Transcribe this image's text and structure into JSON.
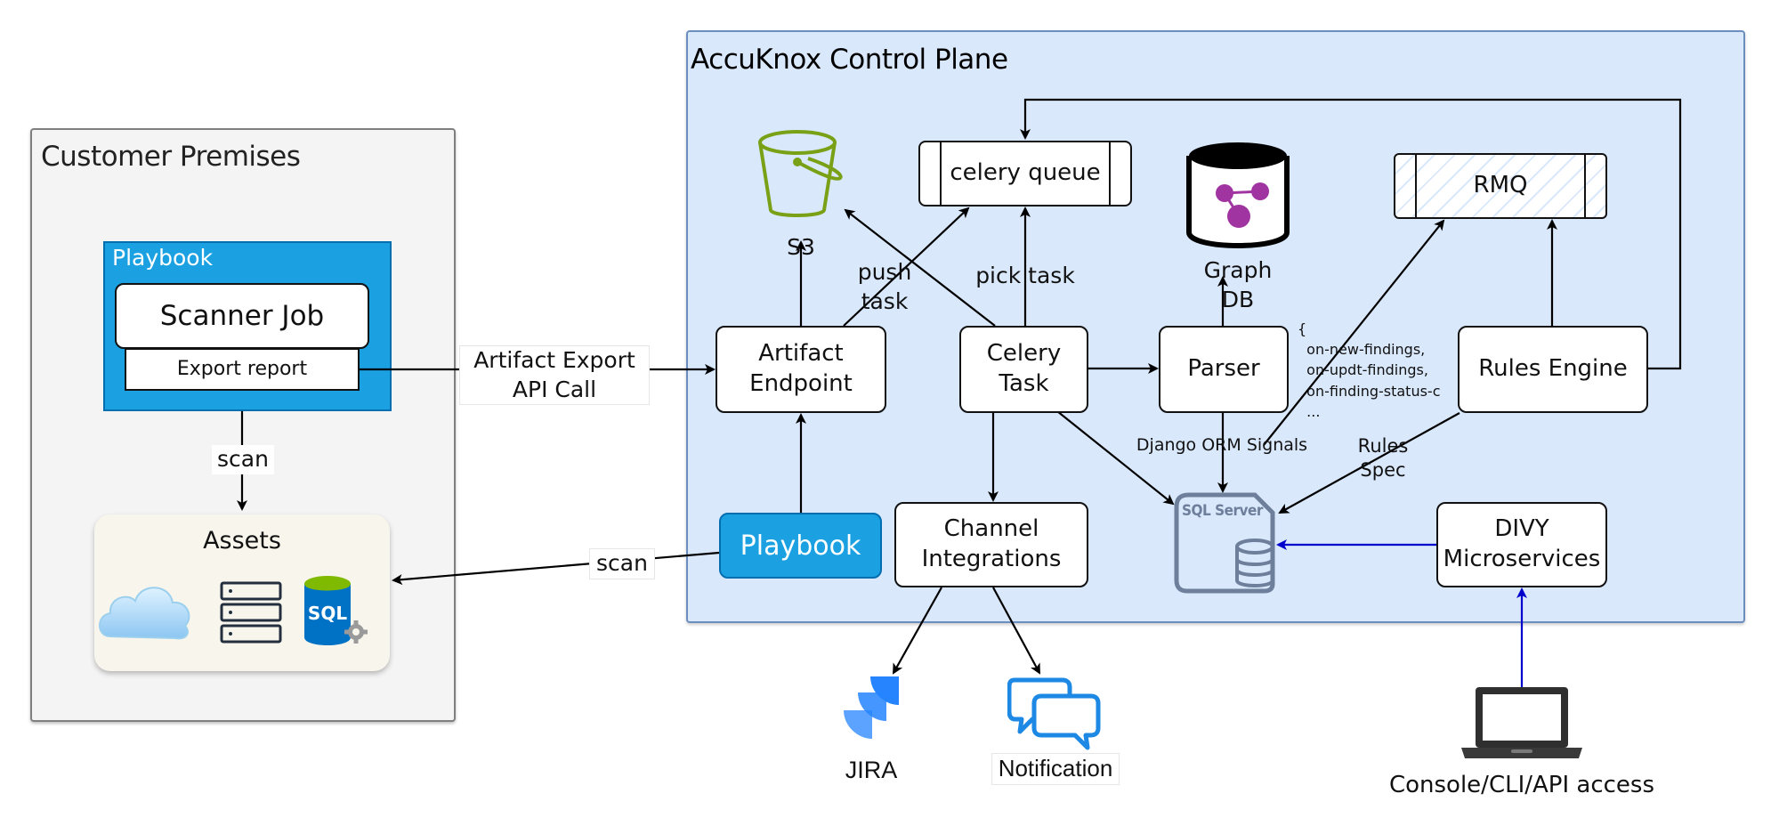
{
  "zones": {
    "customer": {
      "title": "Customer Premises"
    },
    "control_plane": {
      "title": "AccuKnox Control Plane"
    }
  },
  "customer": {
    "playbook_title": "Playbook",
    "scanner_job": "Scanner Job",
    "export_report": "Export report",
    "scan_edge": "scan",
    "assets_title": "Assets"
  },
  "edges": {
    "artifact_export": "Artifact Export\nAPI Call",
    "scan_back": "scan",
    "push_task": "push\ntask",
    "pick_task": "pick task",
    "orm_signals": "Django ORM Signals",
    "rules_spec": "Rules\nSpec"
  },
  "nodes": {
    "s3": "S3",
    "celery_queue": "celery queue",
    "graph_db": "Graph\nDB",
    "rmq": "RMQ",
    "artifact_endpoint": "Artifact\nEndpoint",
    "celery_task": "Celery\nTask",
    "parser": "Parser",
    "rules_engine": "Rules Engine",
    "playbook": "Playbook",
    "channel_integrations": "Channel\nIntegrations",
    "sql_server": "SQL Server",
    "divy": "DIVY\nMicroservices"
  },
  "signals_note": "{\n  on-new-findings,\n  on-updt-findings,\n  on-finding-status-c\n  ...\n}",
  "external": {
    "jira": "JIRA",
    "notification": "Notification",
    "console": "Console/CLI/API access"
  },
  "colors": {
    "control_fill": "#dae8fc",
    "customer_fill": "#f4f4f4",
    "playbook_blue": "#1ba1e2",
    "s3_green": "#7aa116",
    "graph_purple": "#a034a0",
    "blue_arrow": "#0000cc",
    "jira_blue": "#2684ff"
  }
}
